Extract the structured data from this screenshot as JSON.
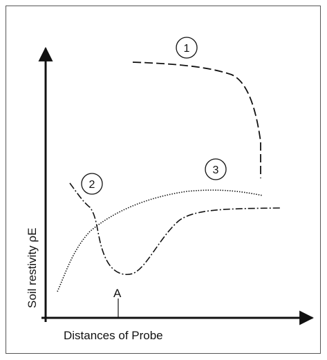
{
  "chart_data": {
    "type": "line",
    "title": "",
    "xlabel": "Distances of Probe",
    "ylabel": "Soil restivity ρE",
    "axes": {
      "arrowheads": true,
      "ticks": false,
      "grid": false
    },
    "x_markers": [
      {
        "label": "A"
      }
    ],
    "series": [
      {
        "name": "1",
        "style": "dashed"
      },
      {
        "name": "2",
        "style": "dash-dot"
      },
      {
        "name": "3",
        "style": "dotted"
      }
    ]
  },
  "colors": {
    "line": "#111111",
    "border": "#555555",
    "background": "#ffffff"
  }
}
